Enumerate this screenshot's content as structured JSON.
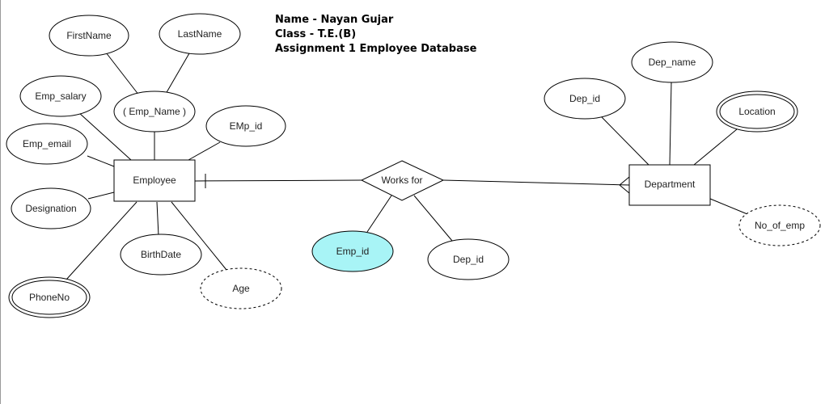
{
  "header": {
    "name_line": "Name - Nayan Gujar",
    "class_line": "Class - T.E.(B)",
    "assignment_line": "Assignment 1 Employee Database"
  },
  "entities": {
    "employee": "Employee",
    "department": "Department"
  },
  "relationship": {
    "works_for": "Works for"
  },
  "employee_attributes": {
    "first_name": "FirstName",
    "last_name": "LastName",
    "emp_name": "( Emp_Name )",
    "emp_salary": "Emp_salary",
    "emp_email": "Emp_email",
    "emp_id": "EMp_id",
    "designation": "Designation",
    "phone_no": "PhoneNo",
    "birth_date": "BirthDate",
    "age": "Age"
  },
  "relationship_attributes": {
    "emp_id": "Emp_id",
    "dep_id": "Dep_id"
  },
  "department_attributes": {
    "dep_id": "Dep_id",
    "dep_name": "Dep_name",
    "location": "Location",
    "no_of_emp": "No_of_emp"
  },
  "colors": {
    "highlight_fill": "#a8f4f6",
    "stroke": "#000000"
  }
}
